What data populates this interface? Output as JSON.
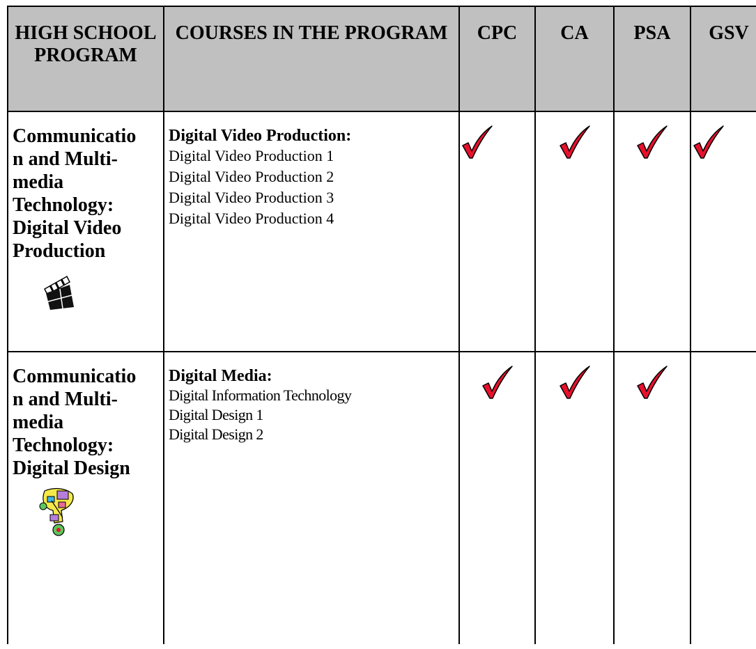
{
  "header": {
    "program": "HIGH SCHOOL PROGRAM",
    "courses": "COURSES IN THE PROGRAM",
    "cpc": "CPC",
    "ca": "CA",
    "psa": "PSA",
    "gsv": "GSV"
  },
  "rows": [
    {
      "program_lines": [
        "Communicatio",
        "n and Multi-",
        "media",
        "Technology:",
        "Digital Video",
        "Production"
      ],
      "icon": "clapperboard-icon",
      "course_title": "Digital Video Production:",
      "courses": [
        "Digital Video Production 1",
        "Digital Video Production 2",
        "Digital Video Production 3",
        "Digital Video Production 4"
      ],
      "checks": {
        "cpc": true,
        "ca": true,
        "psa": true,
        "gsv": true
      }
    },
    {
      "program_lines": [
        "Communicatio",
        "n and Multi-",
        "media",
        "Technology:",
        "Digital Design"
      ],
      "icon": "graphic-design-clipart-icon",
      "course_title": "Digital Media:",
      "courses": [
        "Digital Information Technology",
        "Digital Design 1",
        "Digital Design 2"
      ],
      "checks": {
        "cpc": true,
        "ca": true,
        "psa": true,
        "gsv": false
      }
    }
  ],
  "colors": {
    "header_bg": "#c0c0c0",
    "check_red": "#e8112d",
    "border": "#000000"
  }
}
